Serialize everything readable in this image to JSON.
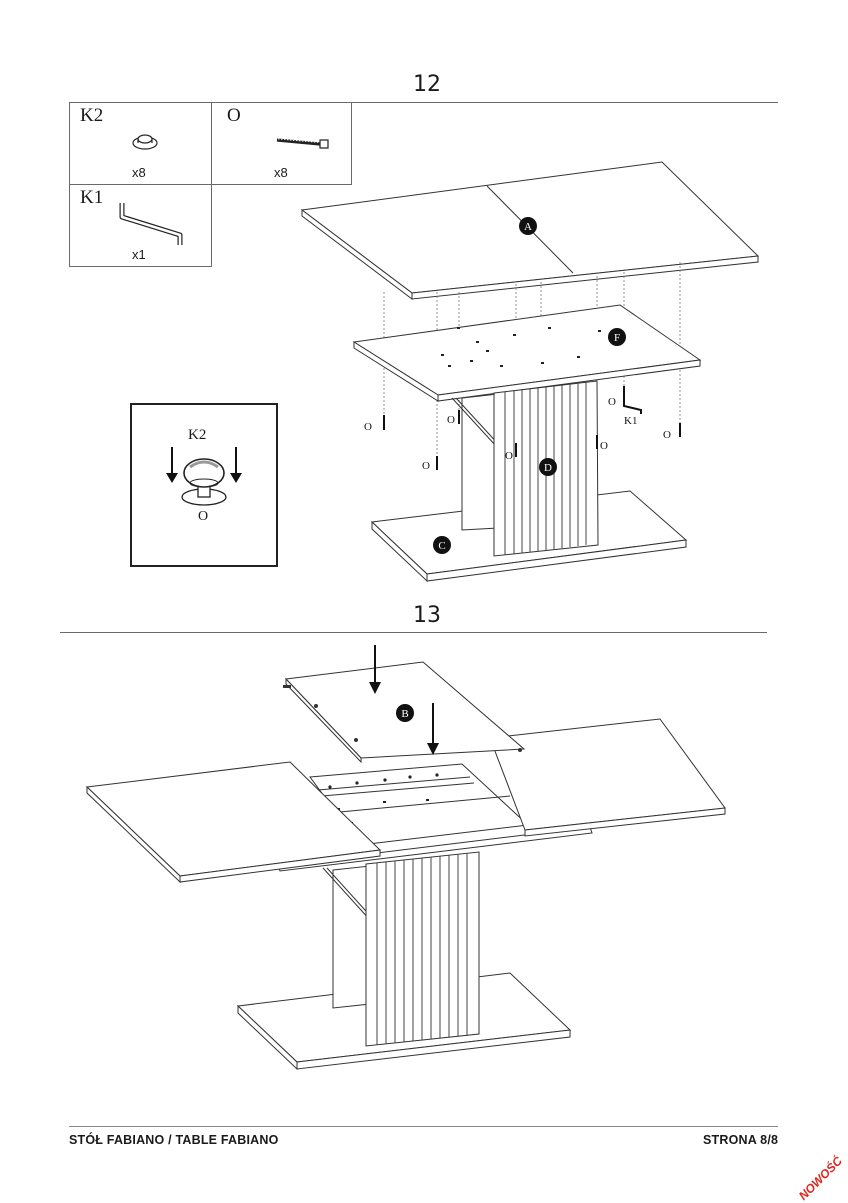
{
  "step12": {
    "number": "12",
    "parts": [
      {
        "code": "K2",
        "qty": "x8"
      },
      {
        "code": "O",
        "qty": "x8"
      },
      {
        "code": "K1",
        "qty": "x1"
      }
    ],
    "detail": {
      "top_label": "K2",
      "bottom_label": "O"
    },
    "labels": {
      "a": "A",
      "f": "F",
      "d": "D",
      "c": "C",
      "o": "O",
      "k1": "K1"
    }
  },
  "step13": {
    "number": "13",
    "labels": {
      "b": "B"
    }
  },
  "footer": {
    "title": "STÓŁ FABIANO / TABLE FABIANO",
    "page": "STRONA 8/8"
  },
  "badge": "NOWOŚĆ"
}
